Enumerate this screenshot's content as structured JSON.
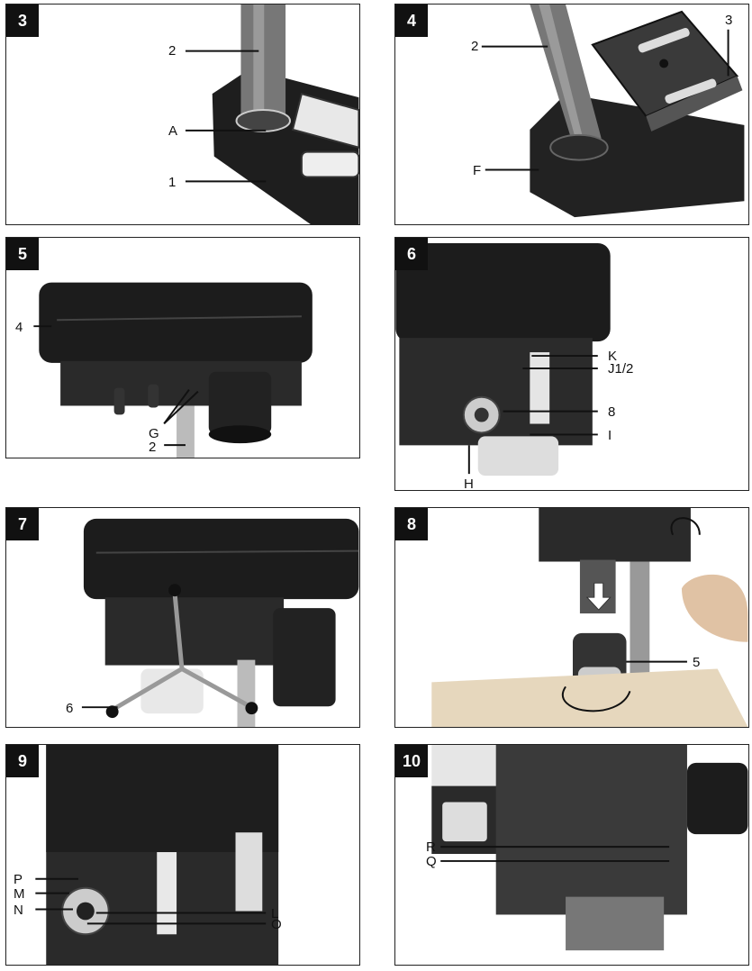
{
  "panels": {
    "p3": {
      "number": "3",
      "labels": {
        "l2": "2",
        "lA": "A",
        "l1": "1"
      }
    },
    "p4": {
      "number": "4",
      "labels": {
        "l2": "2",
        "l3": "3",
        "lF": "F"
      }
    },
    "p5": {
      "number": "5",
      "labels": {
        "l4": "4",
        "lG": "G",
        "l2": "2"
      }
    },
    "p6": {
      "number": "6",
      "labels": {
        "lK": "K",
        "lJ": "J1/2",
        "l8": "8",
        "lI": "I",
        "lH": "H"
      }
    },
    "p7": {
      "number": "7",
      "labels": {
        "l6": "6"
      }
    },
    "p8": {
      "number": "8",
      "labels": {
        "l5": "5"
      }
    },
    "p9": {
      "number": "9",
      "labels": {
        "lP": "P",
        "lM": "M",
        "lN": "N",
        "lL": "L",
        "lO": "O"
      }
    },
    "p10": {
      "number": "10",
      "labels": {
        "lR": "R",
        "lQ": "Q"
      }
    }
  }
}
